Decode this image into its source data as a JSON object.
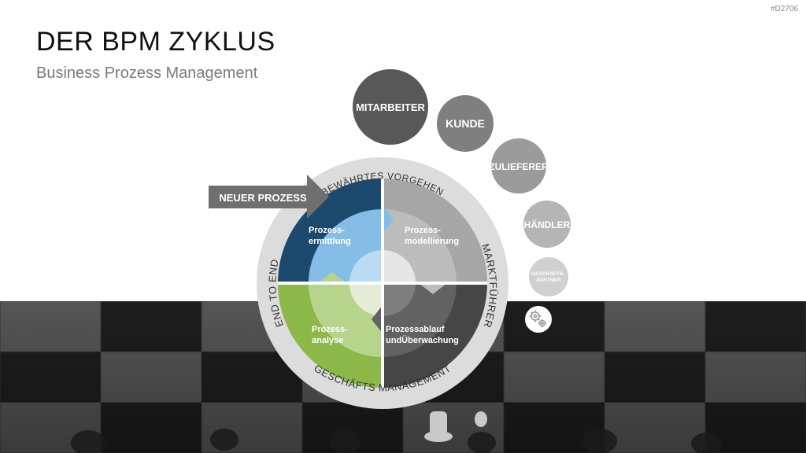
{
  "slide_id": "#D2706",
  "title": "DER BPM ZYKLUS",
  "subtitle": "Business Prozess Management",
  "arrow_label": "NEUER PROZESS",
  "ring": {
    "top": "BEWÄHRTES VORGEHEN",
    "right": "MARKTFÜHRER",
    "bottom": "GESCHÄFTS MANAGEMENT",
    "left": "END TO END"
  },
  "segments": {
    "top_left": [
      "Prozess-",
      "ermittlung"
    ],
    "top_right": [
      "Prozess-",
      "modellierung"
    ],
    "bottom_left": [
      "Prozess-",
      "analyse"
    ],
    "bottom_right": [
      "Prozessablauf",
      "undÜberwachung"
    ]
  },
  "bubbles": {
    "mitarbeiter": "MITARBEITER",
    "kunde": "KUNDE",
    "zulieferer": "ZULIEFERER",
    "haendler": "HÄNDLER",
    "partner": [
      "GESCHÄFTS-",
      "PARTNER"
    ]
  },
  "icons": {
    "settings": "gears-icon"
  },
  "colors": {
    "blue_dark": "#1c4a6e",
    "blue_light": "#86bde6",
    "grey_light": "#a6a6a6",
    "grey_dark": "#464646",
    "green": "#8cb84a",
    "ring": "#dcdcdc"
  }
}
